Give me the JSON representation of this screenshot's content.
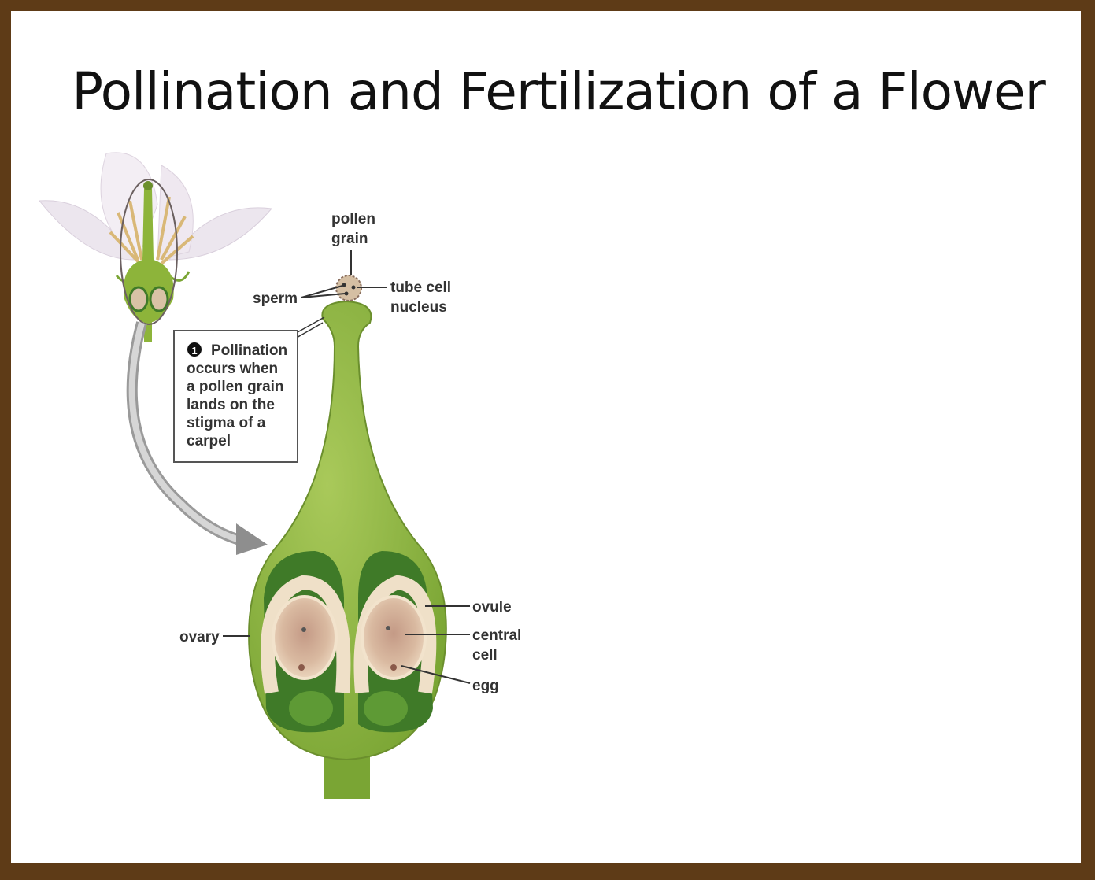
{
  "title": "Pollination and Fertilization of a Flower",
  "labels": {
    "pollen_grain_1": "pollen",
    "pollen_grain_2": "grain",
    "sperm": "sperm",
    "tube_cell_1": "tube cell",
    "tube_cell_2": "nucleus",
    "ovary": "ovary",
    "ovule": "ovule",
    "central_cell_1": "central",
    "central_cell_2": "cell",
    "egg": "egg"
  },
  "callout": {
    "step_number": "1",
    "lines": [
      "Pollination",
      "occurs when",
      "a pollen grain",
      "lands on the",
      "stigma of a",
      "carpel"
    ]
  },
  "colors": {
    "frame": "#5e3b17",
    "carpel": "#8db43a",
    "carpel_dark": "#3f7a28",
    "ovule": "#e8d2b8"
  }
}
